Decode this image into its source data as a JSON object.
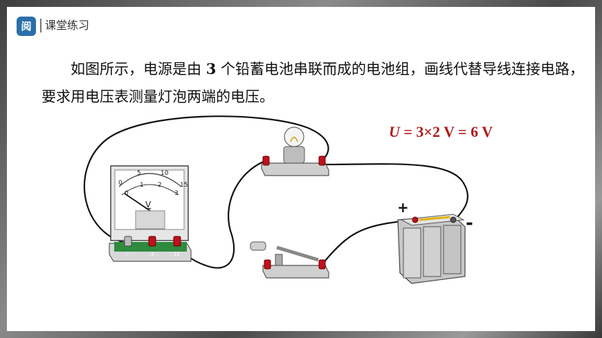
{
  "header": {
    "logo_glyph": "阅",
    "section": "课堂练习"
  },
  "problem": {
    "before": "如图所示，电源是由 ",
    "count": "3",
    "after": " 个铅蓄电池串联而成的电池组，画线代替导线连接电路，要求用电压表测量灯泡两端的电压。"
  },
  "formula": {
    "var": "U",
    "rest": " = 3×2 V = 6 V"
  },
  "voltmeter": {
    "scale_top": [
      "5",
      "10",
      "15"
    ],
    "scale_bottom": [
      "0",
      "1",
      "2",
      "3"
    ],
    "scale_zero_top": "0",
    "unit": "V",
    "terminals": [
      "−",
      "3",
      "15"
    ]
  },
  "battery": {
    "plus": "+",
    "minus": "-"
  },
  "colors": {
    "terminal": "#c0101e",
    "wire": "#111111",
    "formula": "#b01c1c",
    "meter_base": "#2e8b3e"
  }
}
